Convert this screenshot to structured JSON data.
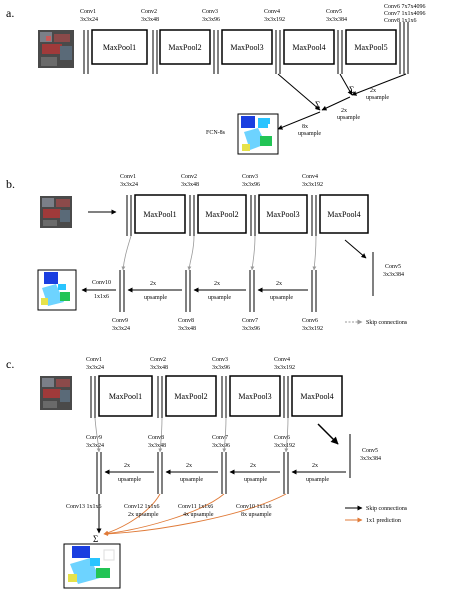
{
  "panels": {
    "a": {
      "label": "a.",
      "convs": [
        {
          "name": "Conv1",
          "dims": "3x3x24"
        },
        {
          "name": "Conv2",
          "dims": "3x3x48"
        },
        {
          "name": "Conv3",
          "dims": "3x3x96"
        },
        {
          "name": "Conv4",
          "dims": "3x3x192"
        },
        {
          "name": "Conv5",
          "dims": "3x3x384"
        }
      ],
      "pools": [
        "MaxPool1",
        "MaxPool2",
        "MaxPool3",
        "MaxPool4",
        "MaxPool5"
      ],
      "fc": [
        "Conv6 7x7x4096",
        "Conv7 1x1x4096",
        "Conv8 1x1x6"
      ],
      "sum_symbol": "Σ",
      "up1": {
        "l1": "2x",
        "l2": "upsample"
      },
      "up2": {
        "l1": "2x",
        "l2": "upsample"
      },
      "up3": {
        "l1": "8x",
        "l2": "upsample"
      },
      "output_label": "FCN-8s"
    },
    "b": {
      "label": "b.",
      "enc_convs": [
        {
          "name": "Conv1",
          "dims": "3x3x24"
        },
        {
          "name": "Conv2",
          "dims": "3x3x48"
        },
        {
          "name": "Conv3",
          "dims": "3x3x96"
        },
        {
          "name": "Conv4",
          "dims": "3x3x192"
        }
      ],
      "pools": [
        "MaxPool1",
        "MaxPool2",
        "MaxPool3",
        "MaxPool4"
      ],
      "bottleneck": {
        "name": "Conv5",
        "dims": "3x3x384"
      },
      "dec_convs": [
        {
          "name": "Conv9",
          "dims": "3x3x24"
        },
        {
          "name": "Conv8",
          "dims": "3x3x48"
        },
        {
          "name": "Conv7",
          "dims": "3x3x96"
        },
        {
          "name": "Conv6",
          "dims": "3x3x192"
        }
      ],
      "ups": [
        {
          "l1": "2x",
          "l2": "upsample"
        },
        {
          "l1": "2x",
          "l2": "upsample"
        },
        {
          "l1": "2x",
          "l2": "upsample"
        }
      ],
      "final": {
        "name": "Conv10",
        "dims": "1x1x6"
      },
      "legend_skip": "Skip connections"
    },
    "c": {
      "label": "c.",
      "enc_convs": [
        {
          "name": "Conv1",
          "dims": "3x3x24"
        },
        {
          "name": "Conv2",
          "dims": "3x3x48"
        },
        {
          "name": "Conv3",
          "dims": "3x3x96"
        },
        {
          "name": "Conv4",
          "dims": "3x3x192"
        }
      ],
      "pools": [
        "MaxPool1",
        "MaxPool2",
        "MaxPool3",
        "MaxPool4"
      ],
      "bottleneck": {
        "name": "Conv5",
        "dims": "3x3x384"
      },
      "dec_convs": [
        {
          "name": "Conv9",
          "dims": "3x3x24"
        },
        {
          "name": "Conv8",
          "dims": "3x3x48"
        },
        {
          "name": "Conv7",
          "dims": "3x3x96"
        },
        {
          "name": "Conv6",
          "dims": "3x3x192"
        }
      ],
      "ups": [
        {
          "l1": "2x",
          "l2": "upsample"
        },
        {
          "l1": "2x",
          "l2": "upsample"
        },
        {
          "l1": "2x",
          "l2": "upsample"
        },
        {
          "l1": "2x",
          "l2": "upsample"
        }
      ],
      "heads": [
        {
          "name": "Conv13 1x1x6",
          "up": ""
        },
        {
          "name": "Conv12 1x1x6",
          "up": "2x upsample"
        },
        {
          "name": "Conv11 1x1x6",
          "up": "4x upsample"
        },
        {
          "name": "Conv10 1x1x6",
          "up": "8x upsample"
        }
      ],
      "sum_symbol": "Σ",
      "legend_skip": "Skip connections",
      "legend_pred": "1x1 prediction"
    }
  },
  "colors": {
    "prediction_arrow": "#e07b39",
    "skip_arrow": "#999999",
    "stroke": "#000000"
  }
}
